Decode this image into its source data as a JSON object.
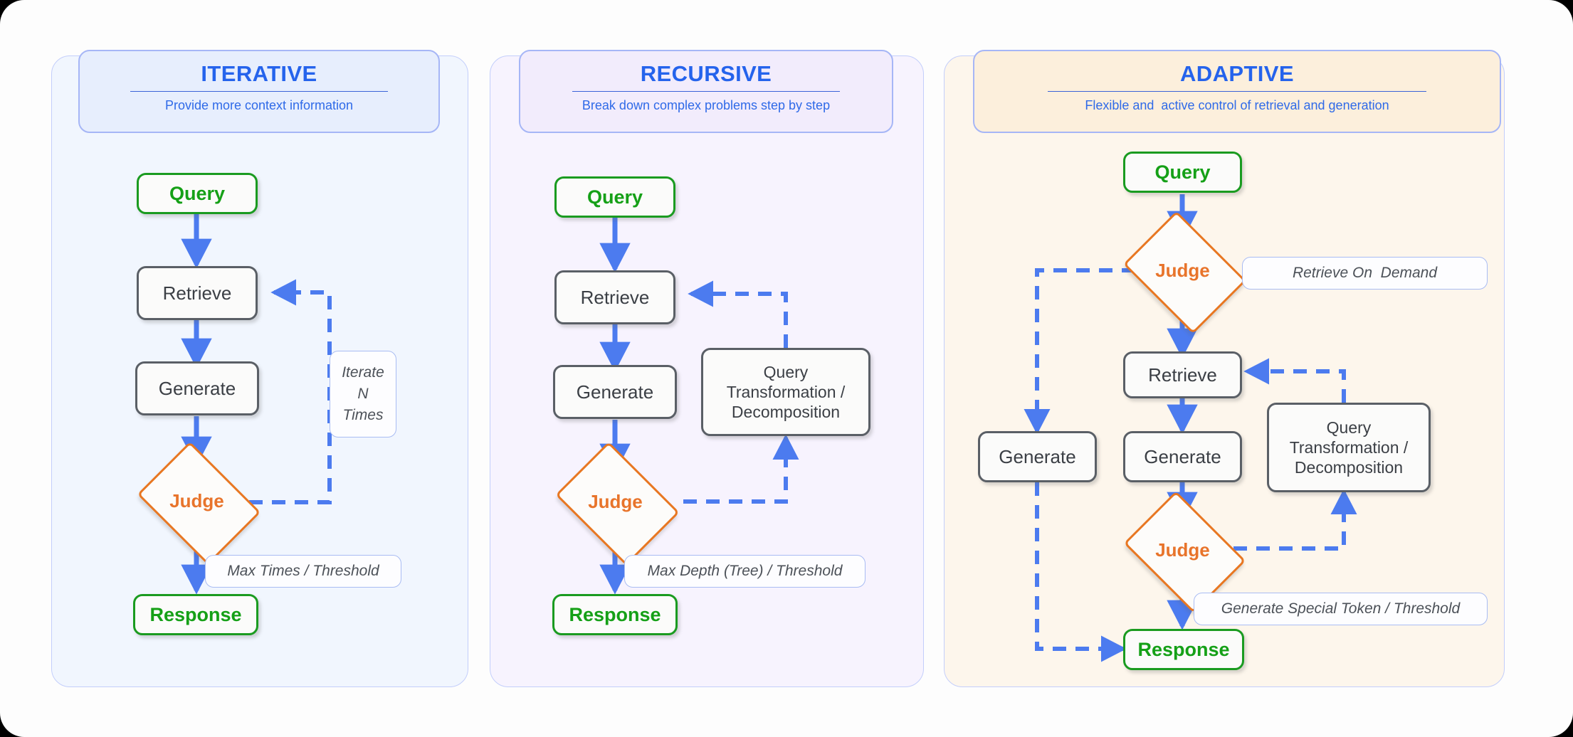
{
  "colors": {
    "accent_blue": "#2563ec",
    "node_green": "#15a017",
    "judge_orange": "#e8742b",
    "arrow_blue": "#4c7bef",
    "node_grey": "#3b3f45"
  },
  "columns": [
    {
      "key": "iterative",
      "title": "ITERATIVE",
      "subtitle": "Provide more context information",
      "nodes": {
        "query": "Query",
        "retrieve": "Retrieve",
        "generate": "Generate",
        "judge": "Judge",
        "response": "Response"
      },
      "labels": {
        "loop": "Iterate\nN\nTimes",
        "exit": "Max Times / Threshold"
      }
    },
    {
      "key": "recursive",
      "title": "RECURSIVE",
      "subtitle": "Break down complex problems step by step",
      "nodes": {
        "query": "Query",
        "retrieve": "Retrieve",
        "generate": "Generate",
        "judge": "Judge",
        "response": "Response",
        "transform": "Query\nTransformation /\nDecomposition"
      },
      "labels": {
        "exit": "Max Depth (Tree) / Threshold"
      }
    },
    {
      "key": "adaptive",
      "title": "ADAPTIVE",
      "subtitle": "Flexible and  active control of retrieval and generation",
      "nodes": {
        "query": "Query",
        "judge_top": "Judge",
        "retrieve": "Retrieve",
        "generate_main": "Generate",
        "generate_side": "Generate",
        "judge_bottom": "Judge",
        "response": "Response",
        "transform": "Query\nTransformation /\nDecomposition"
      },
      "labels": {
        "on_demand": "Retrieve On  Demand",
        "exit": "Generate Special Token / Threshold"
      }
    }
  ]
}
